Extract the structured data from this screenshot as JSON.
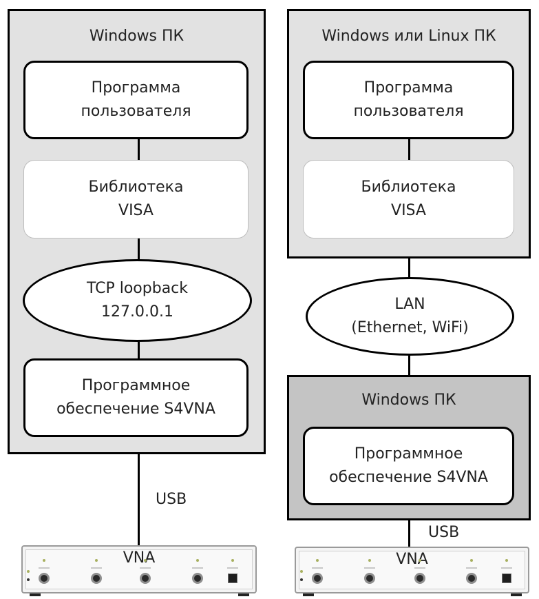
{
  "left": {
    "panel_title": "Windows ПК",
    "box1": [
      "Программа",
      "пользователя"
    ],
    "box2": [
      "Библиотека",
      "VISA"
    ],
    "ellipse": [
      "TCP loopback",
      "127.0.0.1"
    ],
    "box3": [
      "Программное",
      "обеспечение S4VNA"
    ],
    "link_label": "USB",
    "device_label": "VNA"
  },
  "right": {
    "panel_title": "Windows или Linux ПК",
    "box1": [
      "Программа",
      "пользователя"
    ],
    "box2": [
      "Библиотека",
      "VISA"
    ],
    "ellipse": [
      "LAN",
      "(Ethernet, WiFi)"
    ],
    "panel2_title": "Windows ПК",
    "box3": [
      "Программное",
      "обеспечение S4VNA"
    ],
    "link_label": "USB",
    "device_label": "VNA"
  },
  "colors": {
    "panel_light": "#e2e2e2",
    "panel_dark": "#c4c4c4",
    "box_fill": "#ffffff",
    "border": "#000000"
  }
}
